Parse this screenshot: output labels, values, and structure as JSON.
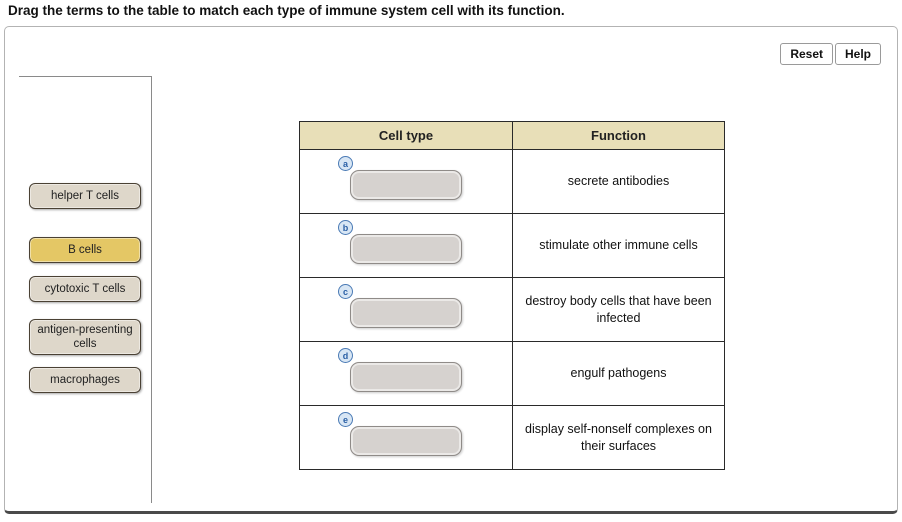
{
  "title": "Drag the terms to the table to match each type of immune system cell with its function.",
  "toolbar": {
    "reset_label": "Reset",
    "help_label": "Help"
  },
  "terms": [
    {
      "label": "helper T cells",
      "highlighted": false
    },
    {
      "label": "B cells",
      "highlighted": true
    },
    {
      "label": "cytotoxic T cells",
      "highlighted": false
    },
    {
      "label": "antigen-presenting cells",
      "highlighted": false
    },
    {
      "label": "macrophages",
      "highlighted": false
    }
  ],
  "table": {
    "headers": {
      "cell_type": "Cell type",
      "function": "Function"
    },
    "rows": [
      {
        "letter": "a",
        "dropzone_value": "",
        "function": "secrete antibodies"
      },
      {
        "letter": "b",
        "dropzone_value": "",
        "function": "stimulate other immune cells"
      },
      {
        "letter": "c",
        "dropzone_value": "",
        "function": "destroy body cells that have been infected"
      },
      {
        "letter": "d",
        "dropzone_value": "",
        "function": "engulf pathogens"
      },
      {
        "letter": "e",
        "dropzone_value": "",
        "function": "display self-nonself complexes on their surfaces"
      }
    ]
  },
  "colors": {
    "header_bg": "#e8dfb8",
    "chip_bg": "#ded7ca",
    "chip_highlight_bg": "#e4c765",
    "dropzone_bg": "#d6d2cf",
    "letter_bg": "#d8e6f4",
    "letter_border": "#4a7ab5",
    "letter_color": "#2a5fa5"
  }
}
